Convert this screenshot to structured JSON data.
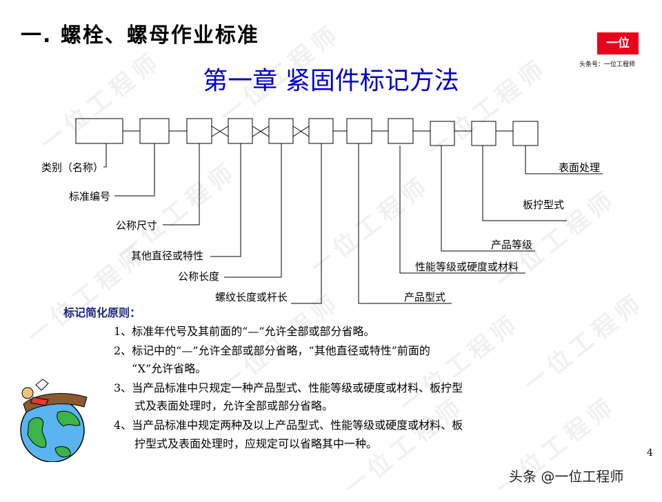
{
  "header": {
    "section_title": "一. 螺栓、螺母作业标准",
    "chapter_title": "第一章  紧固件标记方法",
    "logo_text": "一位",
    "logo_caption": "头条号：一位工程师"
  },
  "diagram": {
    "labels": [
      "类别（名称）",
      "标准编号",
      "公称尺寸",
      "其他直径或特性",
      "公称长度",
      "螺纹长度或杆长",
      "产品型式",
      "性能等级或硬度或材料",
      "产品等级",
      "板拧型式",
      "表面处理"
    ]
  },
  "rules": {
    "title": "标记简化原则：",
    "lines": [
      "1、标准年代号及其前面的“—”允许全部或部分省略。",
      "2、标记中的“—”允许全部或部分省略，“其他直径或特性”前面的",
      "“X”允许省略。",
      "3、当产品标准中只规定一种产品型式、性能等级或硬度或材料、板拧型",
      "式及表面处理时，允许全部或部分省略。",
      "4、当产品标准中规定两种及以上产品型式、性能等级或硬度或材料、板",
      "拧型式及表面处理时，应规定可以省略其中一种。"
    ]
  },
  "page_number": "4",
  "footer": "头条 @一位工程师",
  "watermark_text": "一位工程师"
}
